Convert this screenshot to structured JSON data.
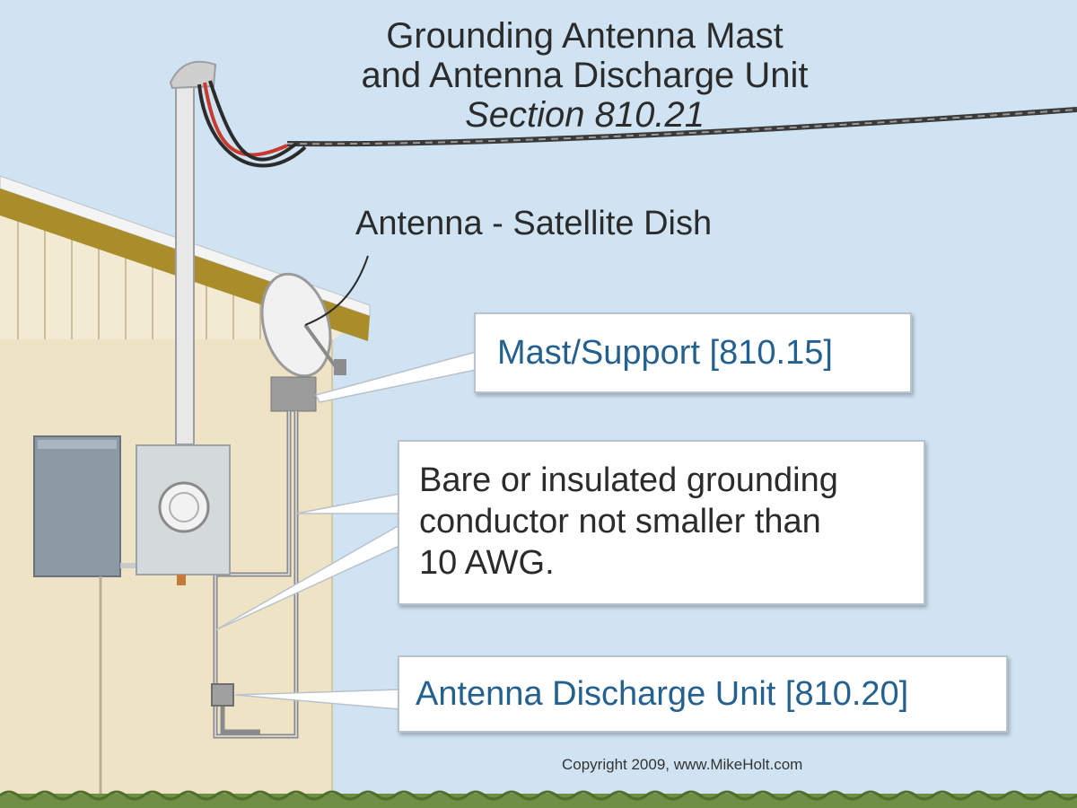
{
  "title": {
    "line1": "Grounding Antenna Mast",
    "line2": "and Antenna Discharge Unit",
    "line3": "Section 810.21"
  },
  "labels": {
    "antenna": "Antenna - Satellite Dish",
    "mast": "Mast/Support [810.15]",
    "conductor_line1": "Bare or insulated grounding",
    "conductor_line2": "conductor not smaller than",
    "conductor_line3": "10 AWG.",
    "discharge": "Antenna Discharge Unit [810.20]"
  },
  "copyright": "Copyright 2009, www.MikeHolt.com",
  "colors": {
    "sky": "#cfe3f2",
    "wall": "#efe3c6",
    "roof": "#a88d2a",
    "callout_text_blue": "#24618f",
    "grass": "#6f8f45"
  }
}
